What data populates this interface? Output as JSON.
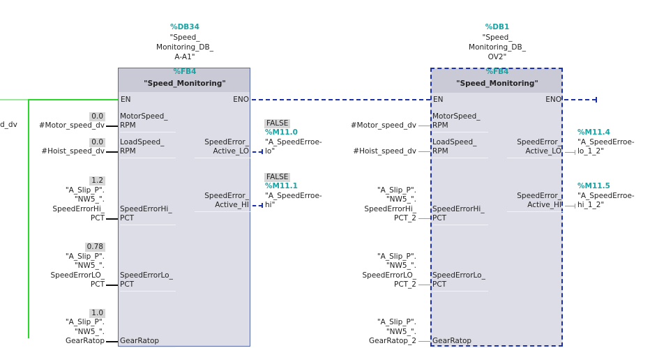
{
  "left_fragment": "d_dv",
  "colors": {
    "power_rail": "#2ad82a",
    "eno_wire": "#1a2fb0",
    "address": "#1aa3a3"
  },
  "blocks": [
    {
      "db_address": "%DB34",
      "instance_lines": [
        "\"Speed_",
        "Monitoring_DB_",
        "A-A1\""
      ],
      "fb_address": "%FB4",
      "fb_name": "\"Speed_Monitoring\"",
      "en": "EN",
      "eno": "ENO",
      "inputs": [
        {
          "pin": [
            "MotorSpeed_",
            "RPM"
          ],
          "value": "0.0",
          "operand": [
            "#Motor_speed_dv"
          ]
        },
        {
          "pin": [
            "LoadSpeed_",
            "RPM"
          ],
          "value": "0.0",
          "operand": [
            "#Hoist_speed_dv"
          ]
        },
        {
          "pin": [
            "SpeedErrorHi_",
            "PCT"
          ],
          "value": "1.2",
          "operand": [
            "\"A_Slip_P\".",
            "\"NW5_\".",
            "SpeedErrorHi_",
            "PCT"
          ]
        },
        {
          "pin": [
            "SpeedErrorLo_",
            "PCT"
          ],
          "value": "0.78",
          "operand": [
            "\"A_Slip_P\".",
            "\"NW5_\".",
            "SpeedErrorLO_",
            "PCT"
          ]
        },
        {
          "pin": [
            "GearRatop"
          ],
          "value": "1.0",
          "operand": [
            "\"A_Slip_P\".",
            "\"NW5_\".",
            "GearRatop"
          ]
        }
      ],
      "outputs": [
        {
          "pin": [
            "SpeedError_",
            "Active_LO"
          ],
          "value": "FALSE",
          "address": "%M11.0",
          "operand": [
            "\"A_SpeedErroe-",
            "lo\""
          ]
        },
        {
          "pin": [
            "SpeedError_",
            "Active_HI"
          ],
          "value": "FALSE",
          "address": "%M11.1",
          "operand": [
            "\"A_SpeedErroe-",
            "hi\""
          ]
        }
      ]
    },
    {
      "db_address": "%DB1",
      "instance_lines": [
        "\"Speed_",
        "Monitoring_DB_",
        "OV2\""
      ],
      "fb_address": "%FB4",
      "fb_name": "\"Speed_Monitoring\"",
      "en": "EN",
      "eno": "ENO",
      "inputs": [
        {
          "pin": [
            "MotorSpeed_",
            "RPM"
          ],
          "operand": [
            "#Motor_speed_dv"
          ]
        },
        {
          "pin": [
            "LoadSpeed_",
            "RPM"
          ],
          "operand": [
            "#Hoist_speed_dv"
          ]
        },
        {
          "pin": [
            "SpeedErrorHi_",
            "PCT"
          ],
          "operand": [
            "\"A_Slip_P\".",
            "\"NW5_\".",
            "SpeedErrorHi_",
            "PCT_2"
          ]
        },
        {
          "pin": [
            "SpeedErrorLo_",
            "PCT"
          ],
          "operand": [
            "\"A_Slip_P\".",
            "\"NW5_\".",
            "SpeedErrorLO_",
            "PCT_2"
          ]
        },
        {
          "pin": [
            "GearRatop"
          ],
          "operand": [
            "\"A_Slip_P\".",
            "\"NW5_\".",
            "GearRatop_2"
          ]
        }
      ],
      "outputs": [
        {
          "pin": [
            "SpeedError_",
            "Active_LO"
          ],
          "address": "%M11.4",
          "operand": [
            "\"A_SpeedErroe-",
            "lo_1_2\""
          ]
        },
        {
          "pin": [
            "SpeedError_",
            "Active_HI"
          ],
          "address": "%M11.5",
          "operand": [
            "\"A_SpeedErroe-",
            "hi_1_2\""
          ]
        }
      ]
    }
  ]
}
